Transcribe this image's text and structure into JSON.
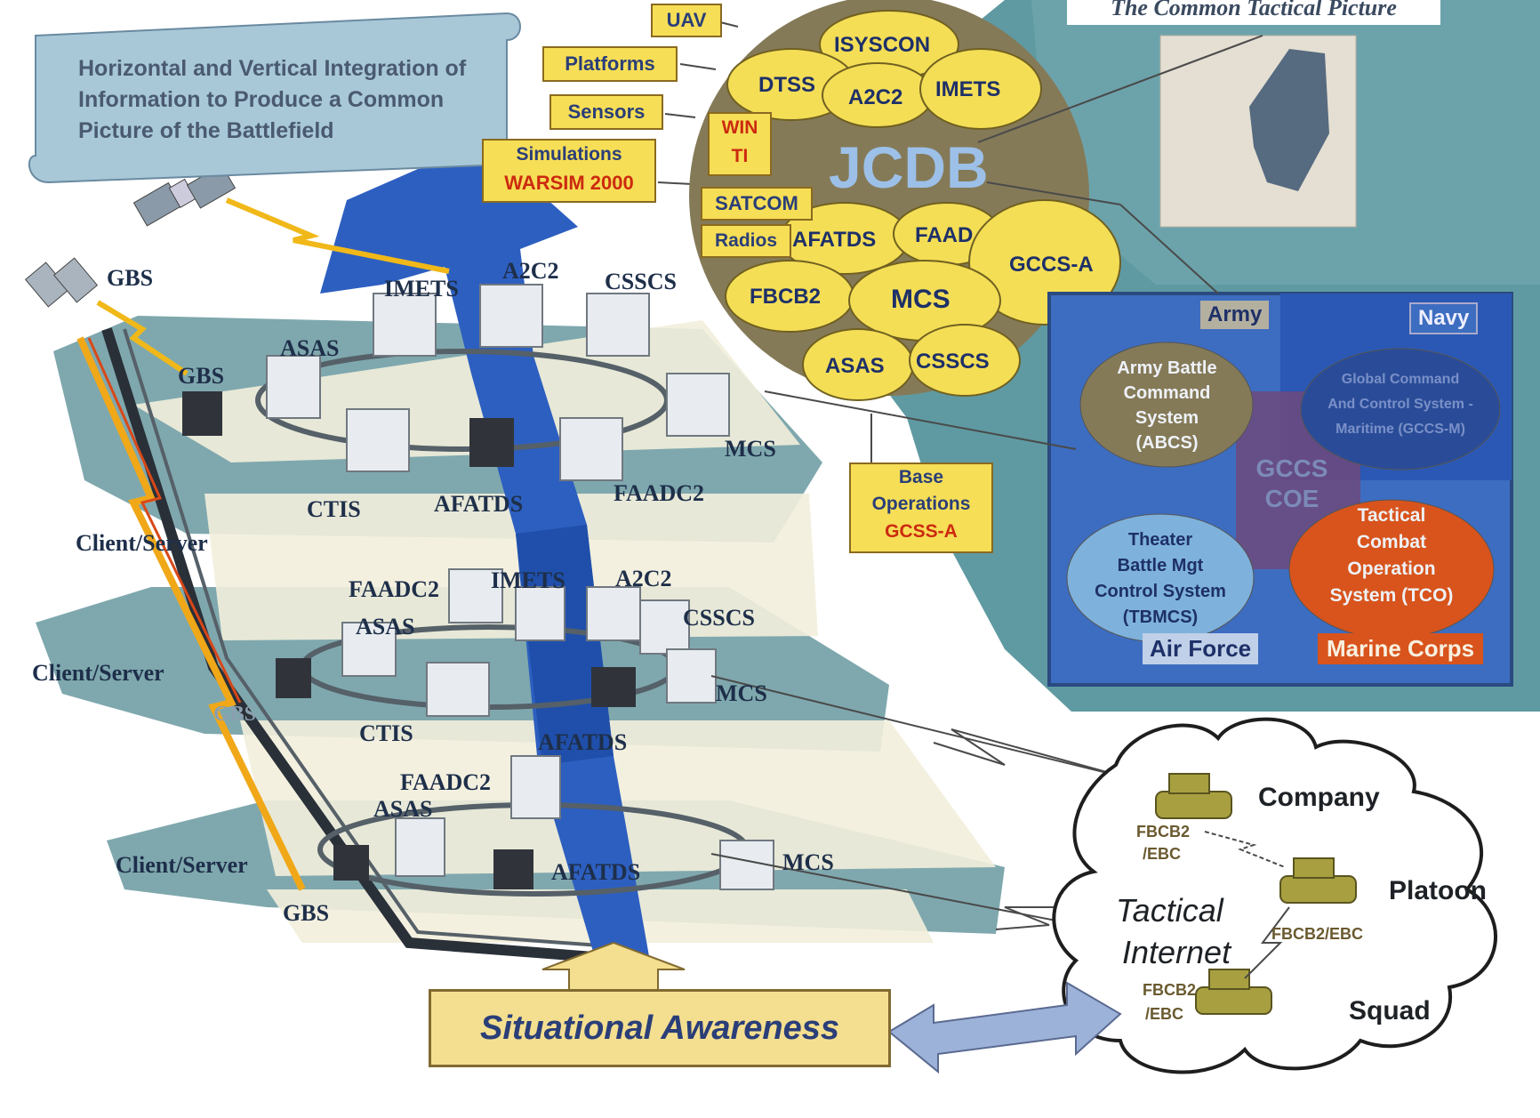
{
  "title_partial": "",
  "banner": "Horizontal and Vertical Integration of Information to Produce a Common Picture of the Battlefield",
  "feeds": {
    "uav": "UAV",
    "platforms": "Platforms",
    "sensors": "Sensors",
    "simulations": "Simulations",
    "warsim": "WARSIM 2000",
    "win_ti_1": "WIN",
    "win_ti_2": "TI",
    "satcom": "SATCOM",
    "radios": "Radios",
    "base_ops_1": "Base",
    "base_ops_2": "Operations",
    "gcss": "GCSS-A"
  },
  "jcdb": {
    "title": "JCDB",
    "systems": [
      "ISYSCON",
      "DTSS",
      "A2C2",
      "IMETS",
      "AFATDS",
      "FAAD",
      "GCCS-A",
      "FBCB2",
      "MCS",
      "ASAS",
      "CSSCS"
    ]
  },
  "ctp_caption": "The Common Tactical Picture",
  "services": {
    "army": "Army",
    "navy": "Navy",
    "air_force": "Air Force",
    "marine_corps": "Marine Corps",
    "abcs": [
      "Army Battle",
      "Command",
      "System",
      "(ABCS)"
    ],
    "gccsm": [
      "Global Command",
      "And Control System -",
      "Maritime (GCCS-M)"
    ],
    "gccs_coe": [
      "GCCS",
      "COE"
    ],
    "tbmcs": [
      "Theater",
      "Battle Mgt",
      "Control System",
      "(TBMCS)"
    ],
    "tco": [
      "Tactical",
      "Combat",
      "Operation",
      "System (TCO)"
    ]
  },
  "network": {
    "gbs_top": "GBS",
    "layer1": {
      "imets": "IMETS",
      "a2c2": "A2C2",
      "csscs": "CSSCS",
      "asas": "ASAS",
      "gbs": "GBS",
      "mcs": "MCS",
      "ctis": "CTIS",
      "afatds": "AFATDS",
      "faadc2": "FAADC2"
    },
    "layer2": {
      "client_server": "Client/Server",
      "faadc2": "FAADC2",
      "imets": "IMETS",
      "a2c2": "A2C2",
      "asas": "ASAS",
      "csscs": "CSSCS",
      "client_server_2": "Client/Server",
      "mcs": "MCS",
      "gbs": "GBS",
      "ctis": "CTIS",
      "afatds": "AFATDS"
    },
    "layer3": {
      "faadc2": "FAADC2",
      "asas": "ASAS",
      "client_server": "Client/Server",
      "afatds": "AFATDS",
      "mcs": "MCS",
      "gbs": "GBS"
    }
  },
  "situational_awareness": "Situational Awareness",
  "tactical_internet": {
    "label_1": "Tactical",
    "label_2": "Internet",
    "company": "Company",
    "platoon": "Platoon",
    "squad": "Squad",
    "fbcb2_ebc_a1": "FBCB2",
    "fbcb2_ebc_a2": "/EBC",
    "fbcb2_ebc_b": "FBCB2/EBC",
    "fbcb2_ebc_c1": "FBCB2",
    "fbcb2_ebc_c2": "/EBC"
  },
  "colors": {
    "yellow": "#f6de56",
    "teal": "#5f9aa2",
    "olive": "#857a58",
    "orange": "#d8541c",
    "navy": "#2d55b0"
  }
}
